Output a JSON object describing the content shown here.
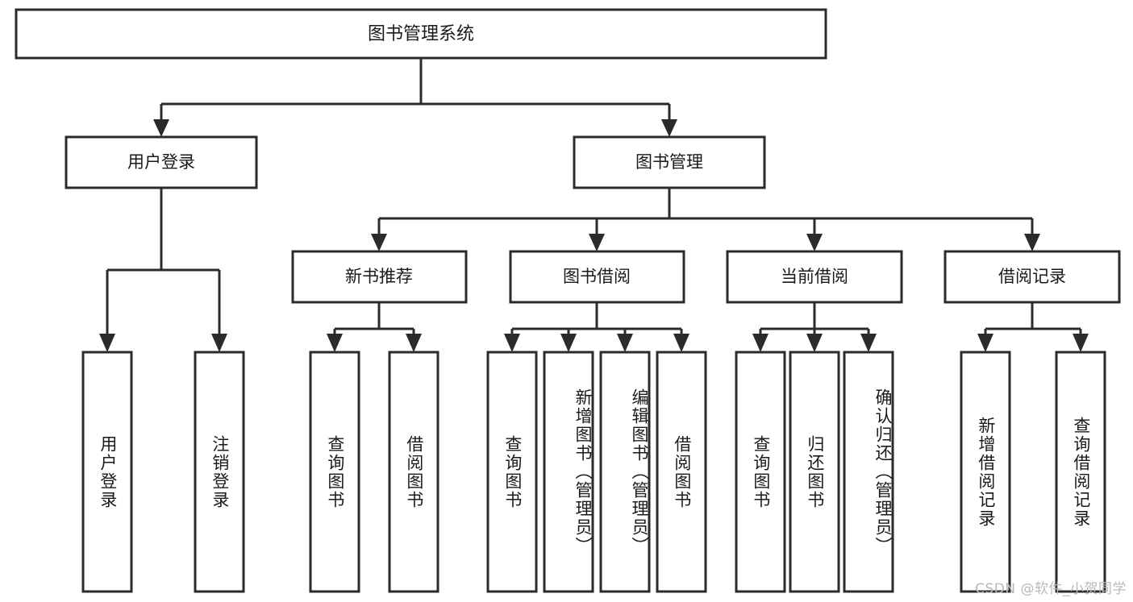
{
  "diagram": {
    "type": "tree-hierarchy",
    "title": "图书管理系统",
    "background_color": "#ffffff",
    "line_color": "#2b2b2b",
    "text_color": "#1a1a1a",
    "box_fill": "#ffffff"
  },
  "nodes": {
    "root": {
      "label": "图书管理系统"
    },
    "level2": [
      {
        "id": "user-login",
        "label": "用户登录"
      },
      {
        "id": "book-manage",
        "label": "图书管理"
      }
    ],
    "level3": [
      {
        "id": "new-book-recommend",
        "label": "新书推荐"
      },
      {
        "id": "book-borrow",
        "label": "图书借阅"
      },
      {
        "id": "current-borrow",
        "label": "当前借阅"
      },
      {
        "id": "borrow-record",
        "label": "借阅记录"
      }
    ],
    "leaves": {
      "user-login": [
        {
          "id": "leaf-user-login",
          "label": "用户登录"
        },
        {
          "id": "leaf-user-logout",
          "label": "注销登录"
        }
      ],
      "new-book-recommend": [
        {
          "id": "leaf-query-book-1",
          "label": "查询图书"
        },
        {
          "id": "leaf-borrow-book-1",
          "label": "借阅图书"
        }
      ],
      "book-borrow": [
        {
          "id": "leaf-query-book-2",
          "label": "查询图书"
        },
        {
          "id": "leaf-add-book",
          "label": "新增图书（管理员）"
        },
        {
          "id": "leaf-edit-book",
          "label": "编辑图书（管理员）"
        },
        {
          "id": "leaf-borrow-book-2",
          "label": "借阅图书"
        }
      ],
      "current-borrow": [
        {
          "id": "leaf-query-book-3",
          "label": "查询图书"
        },
        {
          "id": "leaf-return-book",
          "label": "归还图书"
        },
        {
          "id": "leaf-confirm-return",
          "label": "确认归还（管理员）"
        }
      ],
      "borrow-record": [
        {
          "id": "leaf-add-record",
          "label": "新增借阅记录"
        },
        {
          "id": "leaf-query-record",
          "label": "查询借阅记录"
        }
      ]
    }
  },
  "watermark": {
    "text": "CSDN @软件_小贺同学"
  }
}
